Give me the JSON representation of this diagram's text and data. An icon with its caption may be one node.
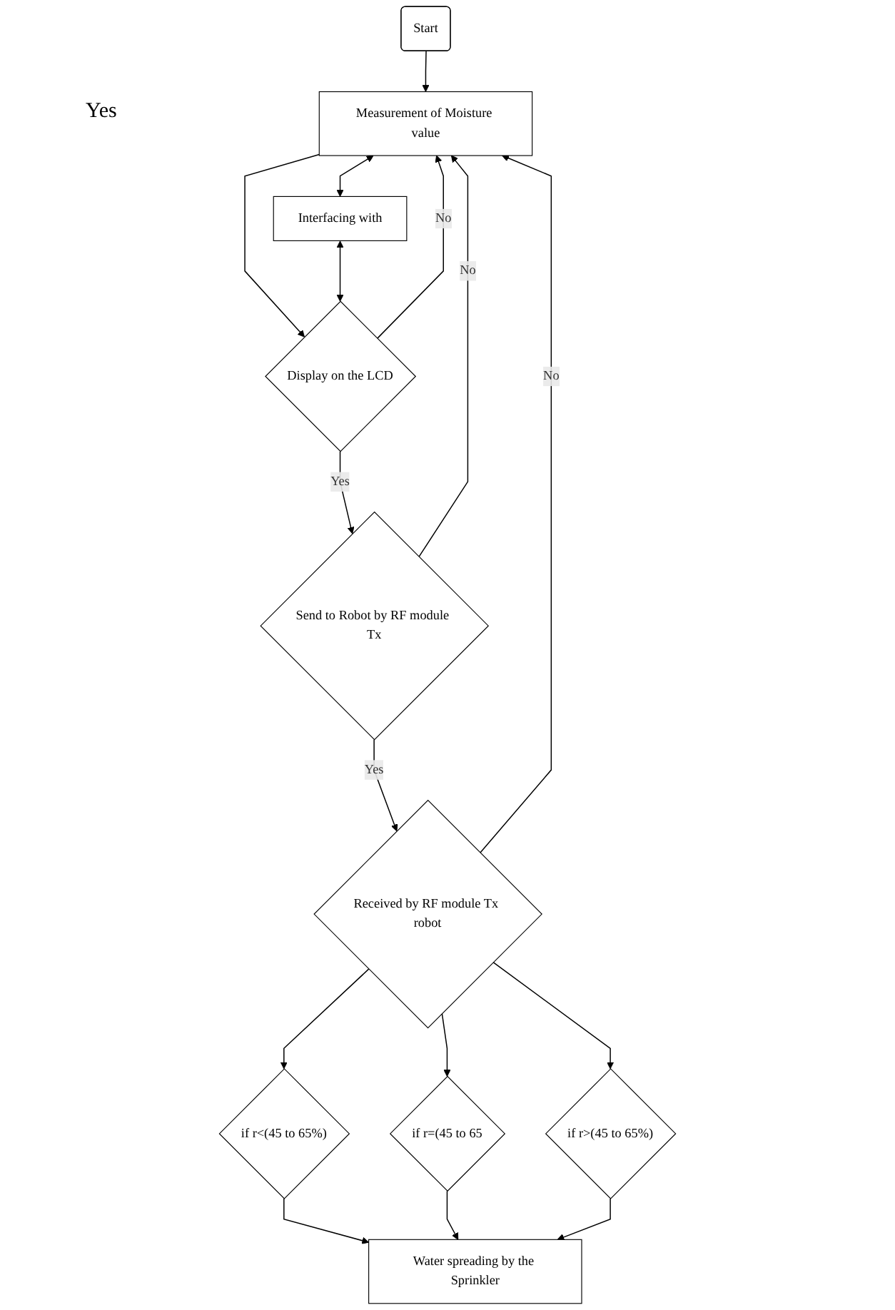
{
  "diagram": {
    "nodes": [
      {
        "text": [
          "Start"
        ]
      },
      {
        "text": [
          "Measurement of Moisture value"
        ]
      },
      {
        "text": [
          "Interfacing with"
        ]
      },
      {
        "text": [
          "Display on the LCD"
        ]
      },
      {
        "text": [
          "Send to Robot by RF module Tx"
        ]
      },
      {
        "text": [
          "Received by RF module Tx robot"
        ]
      },
      {
        "text": [
          "if r<(45 to 65%)"
        ]
      },
      {
        "text": [
          "if r=(45 to 65"
        ]
      },
      {
        "text": [
          "if r>(45 to 65%)"
        ]
      },
      {
        "text": [
          "Water spreading by the Sprinkler"
        ]
      }
    ],
    "edges": [
      {
        "from": 0,
        "to": 1,
        "arrow": "to"
      },
      {
        "from": 1,
        "to": 2,
        "arrow": "both"
      },
      {
        "from": 1,
        "to": 3,
        "arrow": "to"
      },
      {
        "from": 2,
        "to": 3,
        "arrow": "both"
      },
      {
        "from": 3,
        "to": 1,
        "arrow": "to",
        "label": "No"
      },
      {
        "from": 3,
        "to": 4,
        "arrow": "to",
        "label": "Yes"
      },
      {
        "from": 4,
        "to": 1,
        "arrow": "to",
        "label": "No"
      },
      {
        "from": 4,
        "to": 5,
        "arrow": "to",
        "label": "Yes"
      },
      {
        "from": 5,
        "to": 1,
        "arrow": "to",
        "label": "No"
      },
      {
        "from": 5,
        "to": 6,
        "arrow": "to"
      },
      {
        "from": 5,
        "to": 7,
        "arrow": "to"
      },
      {
        "from": 5,
        "to": 8,
        "arrow": "to"
      },
      {
        "from": 6,
        "to": 9,
        "arrow": "to"
      },
      {
        "from": 7,
        "to": 9,
        "arrow": "to"
      },
      {
        "from": 8,
        "to": 9,
        "arrow": "to"
      }
    ],
    "labels": [
      "Yes"
    ]
  }
}
